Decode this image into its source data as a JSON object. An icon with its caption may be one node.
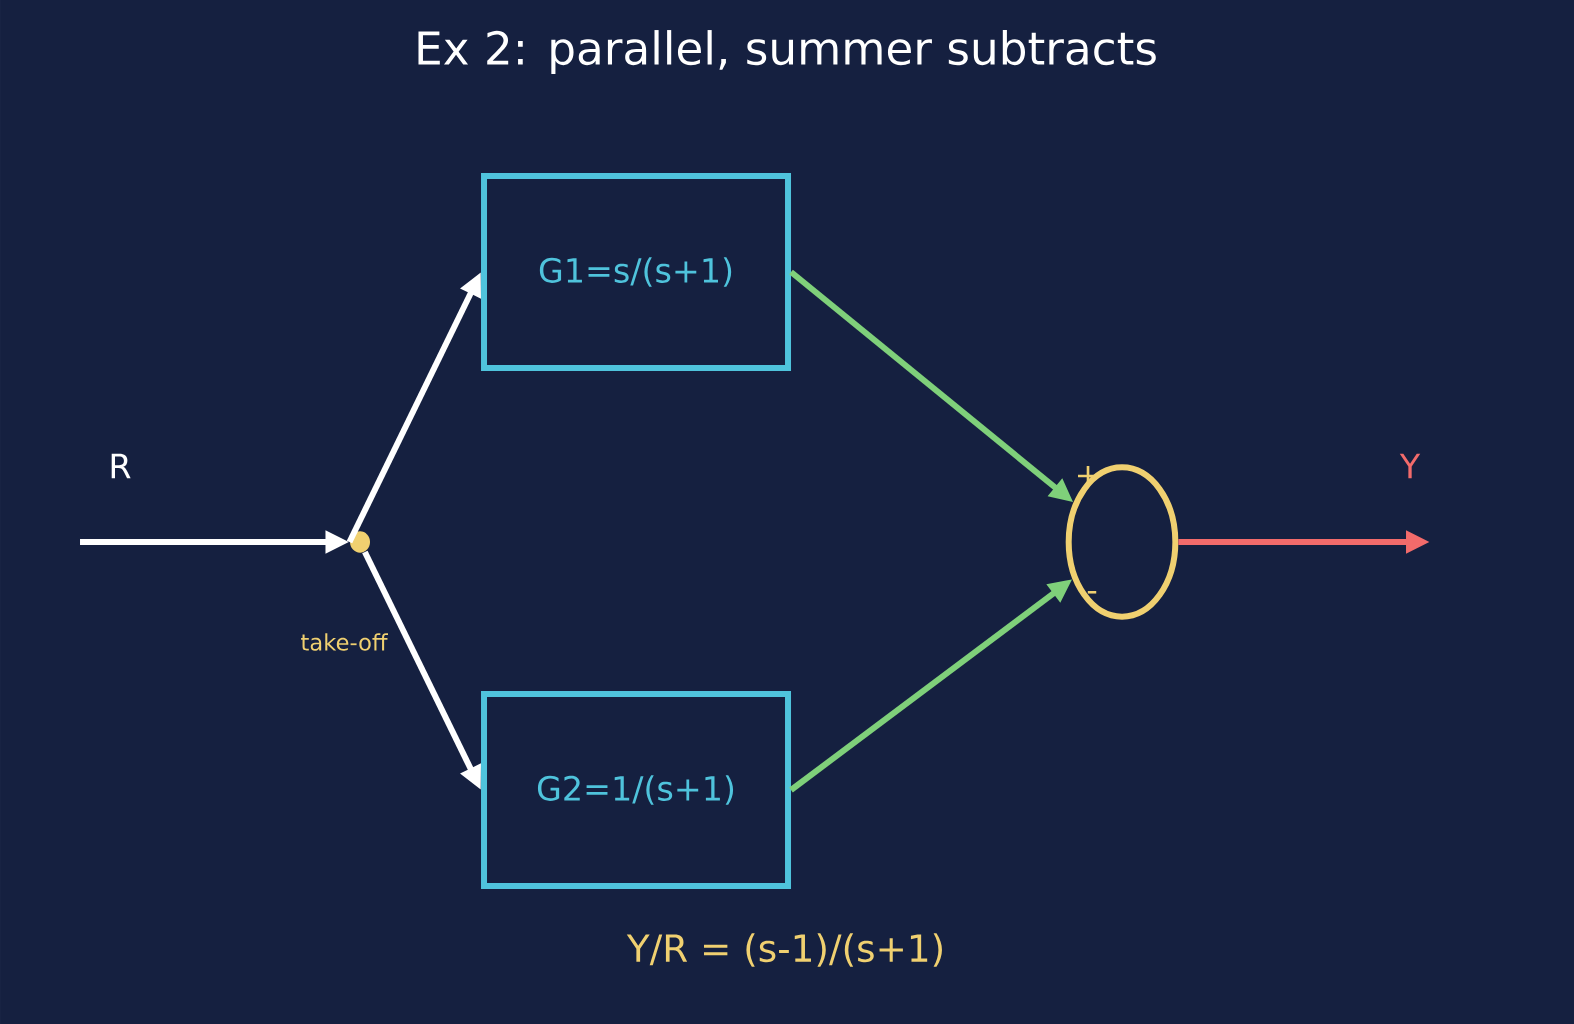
{
  "diagram": {
    "title": "Ex 2: parallel, summer subtracts",
    "nodes": [
      {
        "text": [],
        "shape": "circle",
        "beside": [
          "take-off"
        ]
      },
      {
        "text": [
          "G1=s/(s+1)"
        ]
      },
      {
        "text": [
          "G2=1/(s+1)"
        ]
      },
      {
        "text": [],
        "shape": "circle"
      }
    ],
    "edges": [
      {
        "from": null,
        "to": 0,
        "arrow": "to",
        "label": "R"
      },
      {
        "from": 0,
        "to": 1,
        "arrow": "to"
      },
      {
        "from": 0,
        "to": 2,
        "arrow": "to"
      },
      {
        "from": 1,
        "to": 3,
        "arrow": "to",
        "color": "#7fd07a"
      },
      {
        "from": 2,
        "to": 3,
        "arrow": "to",
        "color": "#7fd07a"
      },
      {
        "from": 3,
        "to": null,
        "arrow": "to",
        "label": "Y",
        "color": "#f26b6b"
      }
    ],
    "labels": [
      "+",
      "-"
    ],
    "caption": "Y/R = (s-1)/(s+1)"
  }
}
